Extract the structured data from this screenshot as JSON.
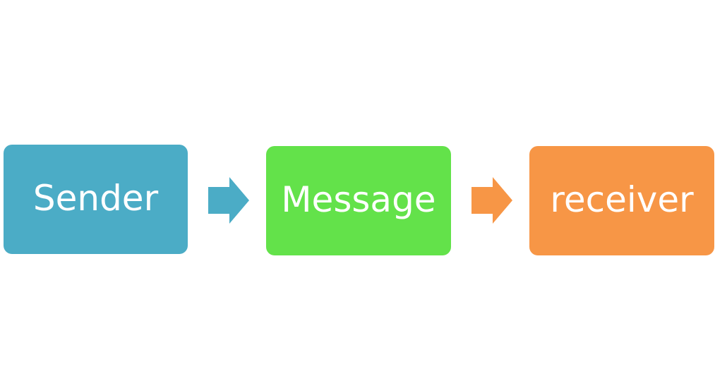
{
  "diagram": {
    "nodes": [
      {
        "id": "sender",
        "label": "Sender",
        "color": "#4bacc6"
      },
      {
        "id": "message",
        "label": "Message",
        "color": "#63e24a"
      },
      {
        "id": "receiver",
        "label": "receiver",
        "color": "#f79646"
      }
    ],
    "edges": [
      {
        "from": "sender",
        "to": "message",
        "color": "#4bacc6"
      },
      {
        "from": "message",
        "to": "receiver",
        "color": "#f79646"
      }
    ]
  }
}
